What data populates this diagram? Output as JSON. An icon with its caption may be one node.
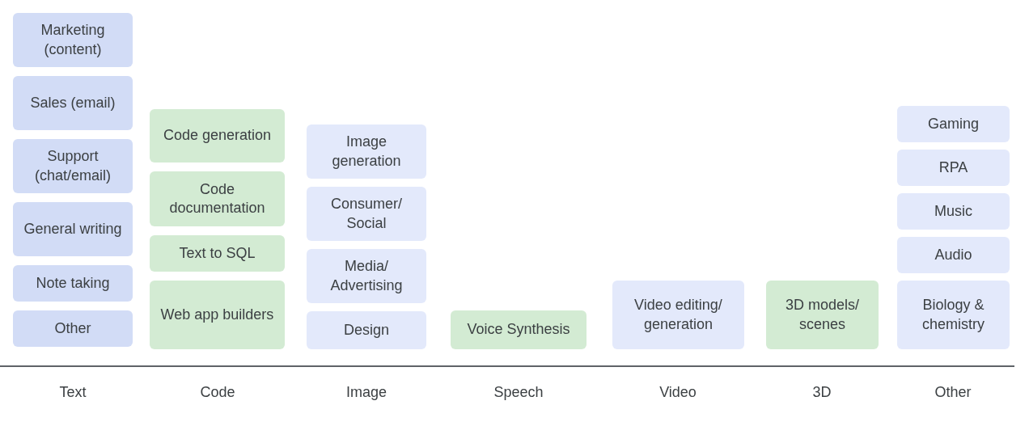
{
  "diagram": {
    "nodes": [
      {
        "text": [
          "Marketing (content)"
        ]
      },
      {
        "text": [
          "Sales (email)"
        ]
      },
      {
        "text": [
          "Support (chat/email)"
        ]
      },
      {
        "text": [
          "General writing"
        ]
      },
      {
        "text": [
          "Note taking"
        ]
      },
      {
        "text": [
          "Other"
        ]
      },
      {
        "text": [
          "Code generation"
        ]
      },
      {
        "text": [
          "Code documentation"
        ]
      },
      {
        "text": [
          "Text to SQL"
        ]
      },
      {
        "text": [
          "Web app builders"
        ]
      },
      {
        "text": [
          "Image generation"
        ]
      },
      {
        "text": [
          "Consumer/ Social"
        ]
      },
      {
        "text": [
          "Media/ Advertising"
        ]
      },
      {
        "text": [
          "Design"
        ]
      },
      {
        "text": [
          "Voice Synthesis"
        ]
      },
      {
        "text": [
          "Video editing/ generation"
        ]
      },
      {
        "text": [
          "3D models/ scenes"
        ]
      },
      {
        "text": [
          "Gaming"
        ]
      },
      {
        "text": [
          "RPA"
        ]
      },
      {
        "text": [
          "Music"
        ]
      },
      {
        "text": [
          "Audio"
        ]
      },
      {
        "text": [
          "Biology & chemistry"
        ]
      }
    ],
    "labels": [
      "Text",
      "Code",
      "Image",
      "Speech",
      "Video",
      "3D",
      "Other"
    ]
  }
}
